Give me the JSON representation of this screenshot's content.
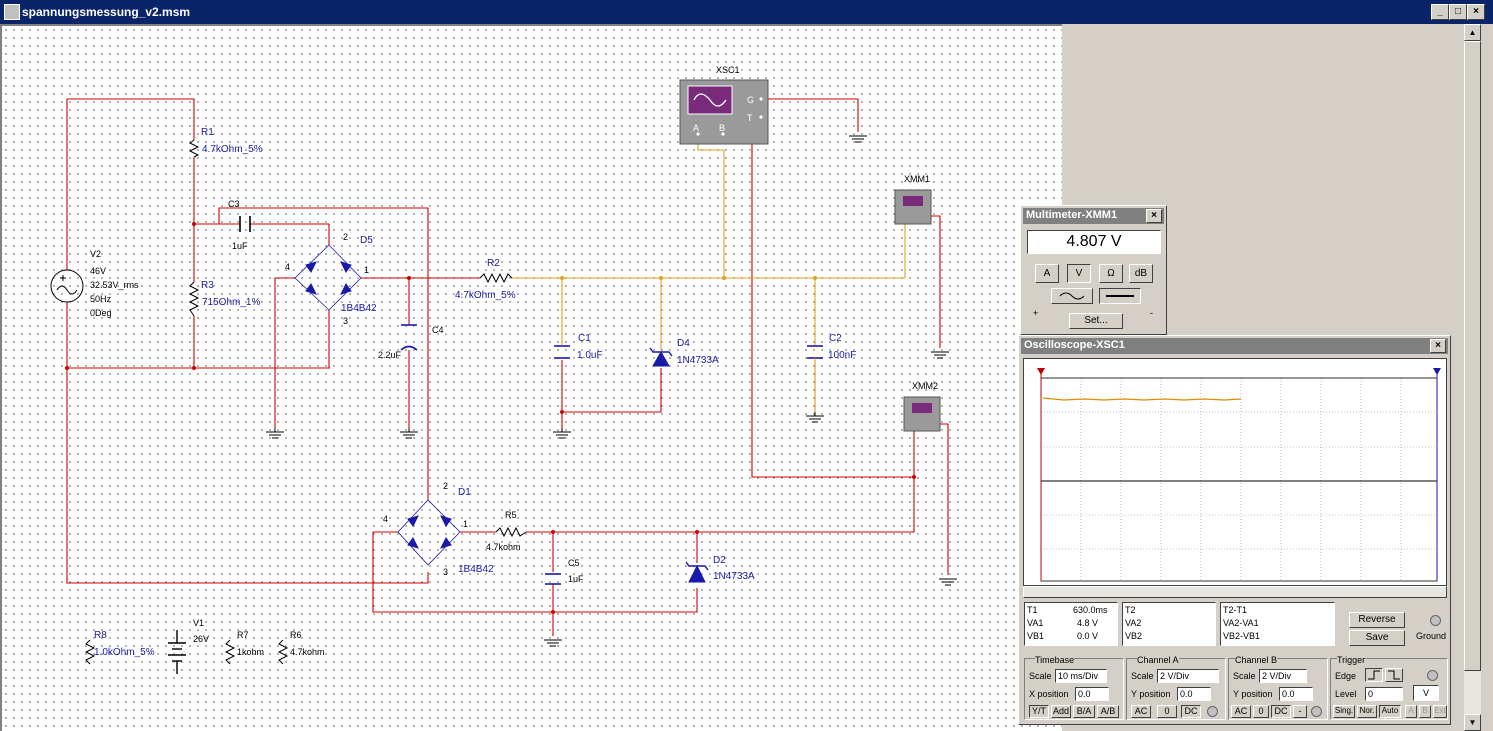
{
  "window": {
    "title": "spannungsmessung_v2.msm"
  },
  "schematic": {
    "xsc1": {
      "name": "XSC1",
      "a": "A",
      "b": "B",
      "g": "G",
      "t": "T"
    },
    "xmm1": {
      "name": "XMM1"
    },
    "xmm2": {
      "name": "XMM2"
    },
    "r1": {
      "name": "R1",
      "value": "4.7kOhm_5%"
    },
    "r3": {
      "name": "R3",
      "value": "715Ohm_1%"
    },
    "c3": {
      "name": "C3",
      "value": "1uF"
    },
    "v2": {
      "name": "V2",
      "l1": "46V",
      "l2": "32.53V_rms",
      "l3": "50Hz",
      "l4": "0Deg"
    },
    "d5": {
      "name": "D5",
      "model": "1B4B42",
      "p2": "2",
      "p4": "4",
      "p1": "1",
      "p3": "3"
    },
    "r2": {
      "name": "R2",
      "value": "4.7kOhm_5%"
    },
    "c4": {
      "name": "C4",
      "value": "2.2uF"
    },
    "c1": {
      "name": "C1",
      "value": "1.0uF"
    },
    "d4": {
      "name": "D4",
      "model": "1N4733A"
    },
    "c2": {
      "name": "C2",
      "value": "100nF"
    },
    "d1": {
      "name": "D1",
      "model": "1B4B42",
      "p2": "2",
      "p4": "4",
      "p1": "1",
      "p3": "3"
    },
    "r5": {
      "name": "R5",
      "value": "4.7kohm"
    },
    "c5": {
      "name": "C5",
      "value": "1uF"
    },
    "d2": {
      "name": "D2",
      "model": "1N4733A"
    },
    "r8": {
      "name": "R8",
      "value": "1.0kOhm_5%"
    },
    "v1": {
      "name": "V1",
      "value": "26V"
    },
    "r7": {
      "name": "R7",
      "value": "1kohm"
    },
    "r6": {
      "name": "R6",
      "value": "4.7kohm"
    }
  },
  "multimeter": {
    "title": "Multimeter-XMM1",
    "reading": "4.807  V",
    "modes": [
      "A",
      "V",
      "Ω",
      "dB"
    ],
    "active_mode": "V",
    "plus": "+",
    "minus": "-",
    "set_label": "Set..."
  },
  "oscilloscope": {
    "title": "Oscilloscope-XSC1",
    "t1": {
      "label": "T1",
      "time": "630.0ms",
      "va1_label": "VA1",
      "va1": "4.8 V",
      "vb1_label": "VB1",
      "vb1": "0.0 V"
    },
    "t2": {
      "label": "T2",
      "va2_label": "VA2",
      "vb2_label": "VB2"
    },
    "t21": {
      "label": "T2-T1",
      "va_label": "VA2-VA1",
      "vb_label": "VB2-VB1"
    },
    "reverse_label": "Reverse",
    "save_label": "Save",
    "ground_label": "Ground",
    "timebase": {
      "label": "Timebase",
      "scale_label": "Scale",
      "scale": "10 ms/Div",
      "xpos_label": "X position",
      "xpos": "0.0",
      "buttons": [
        "Y/T",
        "Add",
        "B/A",
        "A/B"
      ]
    },
    "channel_a": {
      "label": "Channel A",
      "scale_label": "Scale",
      "scale": "2 V/Div",
      "ypos_label": "Y position",
      "ypos": "0.0",
      "buttons": [
        "AC",
        "0",
        "DC"
      ]
    },
    "channel_b": {
      "label": "Channel B",
      "scale_label": "Scale",
      "scale": "2 V/Div",
      "ypos_label": "Y position",
      "ypos": "0.0",
      "buttons": [
        "AC",
        "0",
        "DC",
        "-"
      ]
    },
    "trigger": {
      "label": "Trigger",
      "edge_label": "Edge",
      "level_label": "Level",
      "level": "0",
      "unit": "V",
      "buttons": [
        "Sing.",
        "Nor.",
        "Auto",
        "A",
        "B",
        "Ext"
      ]
    },
    "colors": {
      "channel_a": "#e08a00",
      "channel_b": "#000000",
      "screen_bg": "#ffffff",
      "grid": "#8a8a8a"
    }
  }
}
